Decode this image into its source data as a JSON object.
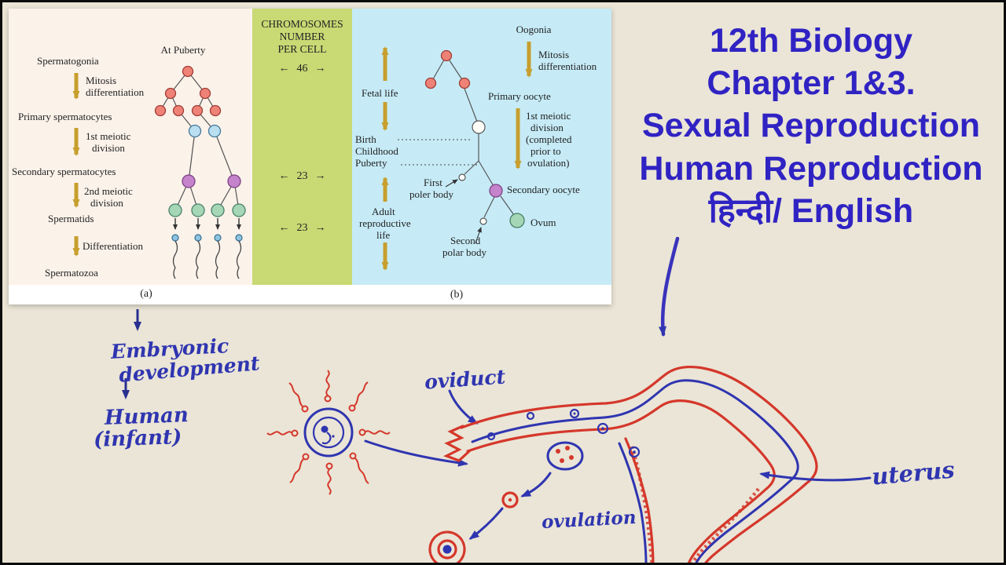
{
  "figure": {
    "panel_a": {
      "at_puberty": "At Puberty",
      "spermatogonia": "Spermatogonia",
      "mitosis_line1": "Mitosis",
      "mitosis_line2": "differentiation",
      "primary_spermatocytes": "Primary spermatocytes",
      "meiotic1_line1": "1st meiotic",
      "meiotic1_line2": "division",
      "secondary_spermatocytes": "Secondary spermatocytes",
      "meiotic2_line1": "2nd meiotic",
      "meiotic2_line2": "division",
      "spermatids": "Spermatids",
      "differentiation": "Differentiation",
      "spermatozoa": "Spermatozoa",
      "caption": "(a)"
    },
    "chromosome_panel": {
      "header_line1": "CHROMOSOMES",
      "header_line2": "NUMBER",
      "header_line3": "PER CELL",
      "values": [
        "46",
        "23",
        "23"
      ]
    },
    "panel_b": {
      "oogonia": "Oogonia",
      "mitosis_line1": "Mitosis",
      "mitosis_line2": "differentiation",
      "fetal_life": "Fetal life",
      "primary_oocyte": "Primary oocyte",
      "birth": "Birth",
      "childhood": "Childhood",
      "puberty": "Puberty",
      "meiotic1_line1": "1st meiotic",
      "meiotic1_line2": "division",
      "meiotic1_line3": "(completed",
      "meiotic1_line4": "prior to",
      "meiotic1_line5": "ovulation)",
      "first_polar_line1": "First",
      "first_polar_line2": "poler body",
      "secondary_oocyte": "Secondary oocyte",
      "adult_line1": "Adult",
      "adult_line2": "reproductive",
      "adult_line3": "life",
      "second_polar_line1": "Second",
      "second_polar_line2": "polar body",
      "ovum": "Ovum",
      "caption": "(b)"
    }
  },
  "icons": {
    "arrow_left": "←",
    "arrow_right": "→"
  },
  "title": {
    "lines": [
      "12th Biology",
      "Chapter 1&3.",
      "Sexual Reproduction",
      "Human Reproduction",
      "हिन्दी/ English"
    ],
    "color": "#3023c3"
  },
  "annotations": {
    "embryonic_line1": "Embryonic",
    "embryonic_line2": "development",
    "human_line1": "Human",
    "human_line2": "(infant)",
    "oviduct": "oviduct",
    "uterus": "uterus",
    "ovulation": "ovulation",
    "ink_blue": "#2f35b0",
    "ink_red": "#d5372b"
  }
}
